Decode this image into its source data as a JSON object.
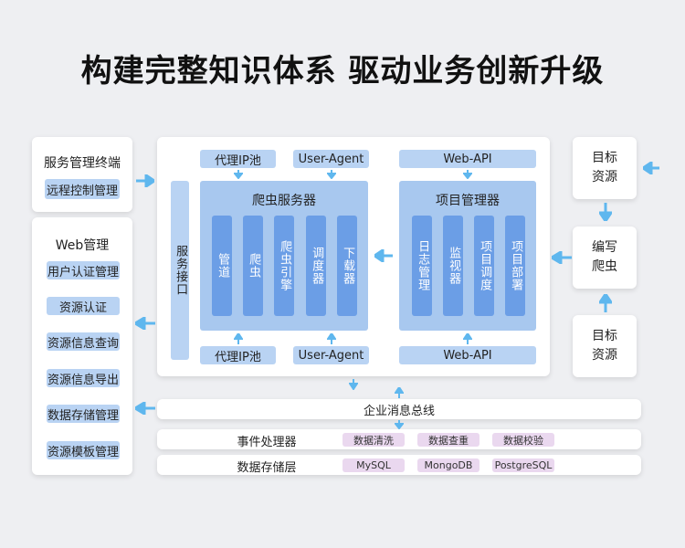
{
  "title": "构建完整知识体系 驱动业务创新升级",
  "left": {
    "terminal": {
      "title": "服务管理终端",
      "item": "远程控制管理"
    },
    "web": {
      "title": "Web管理",
      "items": [
        "用户认证管理",
        "资源认证",
        "资源信息查询",
        "资源信息导出",
        "数据存储管理",
        "资源模板管理"
      ]
    }
  },
  "center": {
    "service_interface": "服务接口",
    "proxy_pool_top": "代理IP池",
    "user_agent_top": "User-Agent",
    "proxy_pool_bottom": "代理IP池",
    "user_agent_bottom": "User-Agent",
    "crawler_server": {
      "title": "爬虫服务器",
      "columns": [
        "管道",
        "爬虫",
        "爬虫引擎",
        "调度器",
        "下载器"
      ]
    },
    "web_api_top": "Web-API",
    "web_api_bottom": "Web-API",
    "project_manager": {
      "title": "项目管理器",
      "columns": [
        "日志管理",
        "监视器",
        "项目调度",
        "项目部署"
      ]
    }
  },
  "right": {
    "target_top": "目标资源",
    "crawler_write": "编写爬虫",
    "target_bottom": "目标资源"
  },
  "bottom": {
    "bus": "企业消息总线",
    "event_processor": {
      "label": "事件处理器",
      "tags": [
        "数据清洗",
        "数据查重",
        "数据校验"
      ]
    },
    "storage_layer": {
      "label": "数据存储层",
      "tags": [
        "MySQL",
        "MongoDB",
        "PostgreSQL"
      ]
    }
  },
  "colors": {
    "arrow": "#5fb7ee",
    "light_block": "#b9d3f3",
    "dark_block": "#6b9ee6",
    "tag": "#ead8ef"
  }
}
